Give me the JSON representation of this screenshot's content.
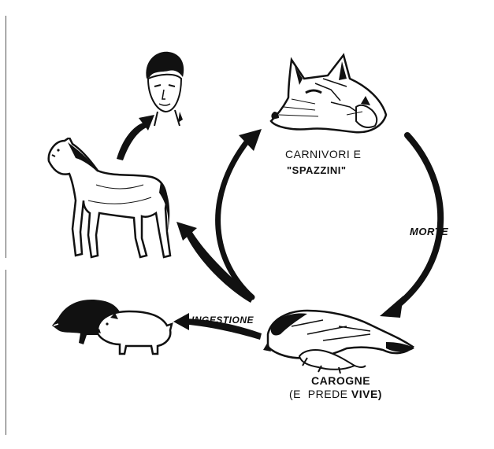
{
  "diagram": {
    "nodes": {
      "carnivori": {
        "line1": "CARNIVORI E",
        "line2": "\"SPAZZINI\""
      },
      "carogne": {
        "title": "CAROGNE",
        "subtitle_prefix": "(E  PREDE ",
        "subtitle_bold": "VIVE)"
      }
    },
    "edges": {
      "morte": "MORTE",
      "ingestione": "INGESTIONE"
    },
    "illustrations": [
      "human-head",
      "wolf-head",
      "horse",
      "pigs",
      "carrion-animals"
    ]
  }
}
